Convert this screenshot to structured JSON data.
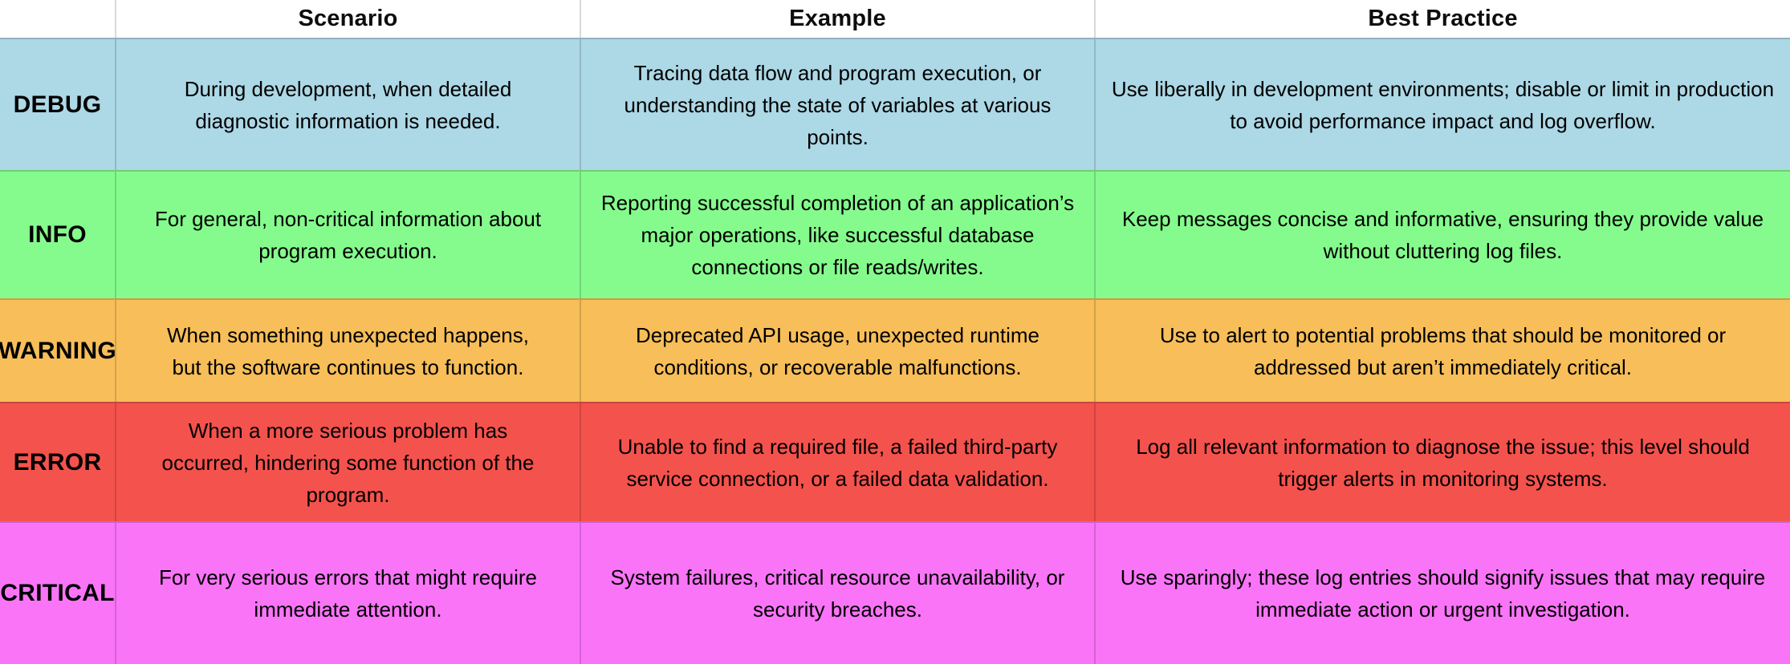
{
  "table": {
    "corner_label": "",
    "columns": [
      "Scenario",
      "Example",
      "Best Practice"
    ],
    "rows": [
      {
        "level": "DEBUG",
        "row_color": "#ADD8E6",
        "scenario": "During development, when detailed\ndiagnostic information is needed.",
        "example": "Tracing data flow and program execution, or\nunderstanding the state of variables at various\npoints.",
        "best_practice": "Use liberally in development environments; disable or limit in production\nto avoid performance impact and log overflow."
      },
      {
        "level": "INFO",
        "row_color": "#85FB8D",
        "scenario": "For general, non-critical information about\nprogram execution.",
        "example": "Reporting successful completion of an application’s\nmajor operations, like successful database\nconnections or file reads/writes.",
        "best_practice": "Keep messages concise and informative, ensuring they provide value\nwithout cluttering log files."
      },
      {
        "level": "WARNING",
        "row_color": "#F7BE59",
        "scenario": "When something unexpected happens,\nbut the software continues to function.",
        "example": "Deprecated API usage, unexpected runtime\nconditions, or recoverable malfunctions.",
        "best_practice": "Use to alert to potential problems that should be monitored or\naddressed but aren’t immediately critical."
      },
      {
        "level": "ERROR",
        "row_color": "#F4524D",
        "scenario": "When a more serious problem has\noccurred, hindering some function of the\nprogram.",
        "example": "Unable to find a required file, a failed third-party\nservice connection, or a failed data validation.",
        "best_practice": "Log all relevant information to diagnose the issue; this level should\ntrigger alerts in monitoring systems."
      },
      {
        "level": "CRITICAL",
        "row_color": "#FA74F8",
        "scenario": "For very serious errors that might require\nimmediate attention.",
        "example": "System failures, critical resource unavailability, or\nsecurity breaches.",
        "best_practice": "Use sparingly; these log entries should signify issues that may require\nimmediate action or urgent investigation."
      }
    ]
  }
}
